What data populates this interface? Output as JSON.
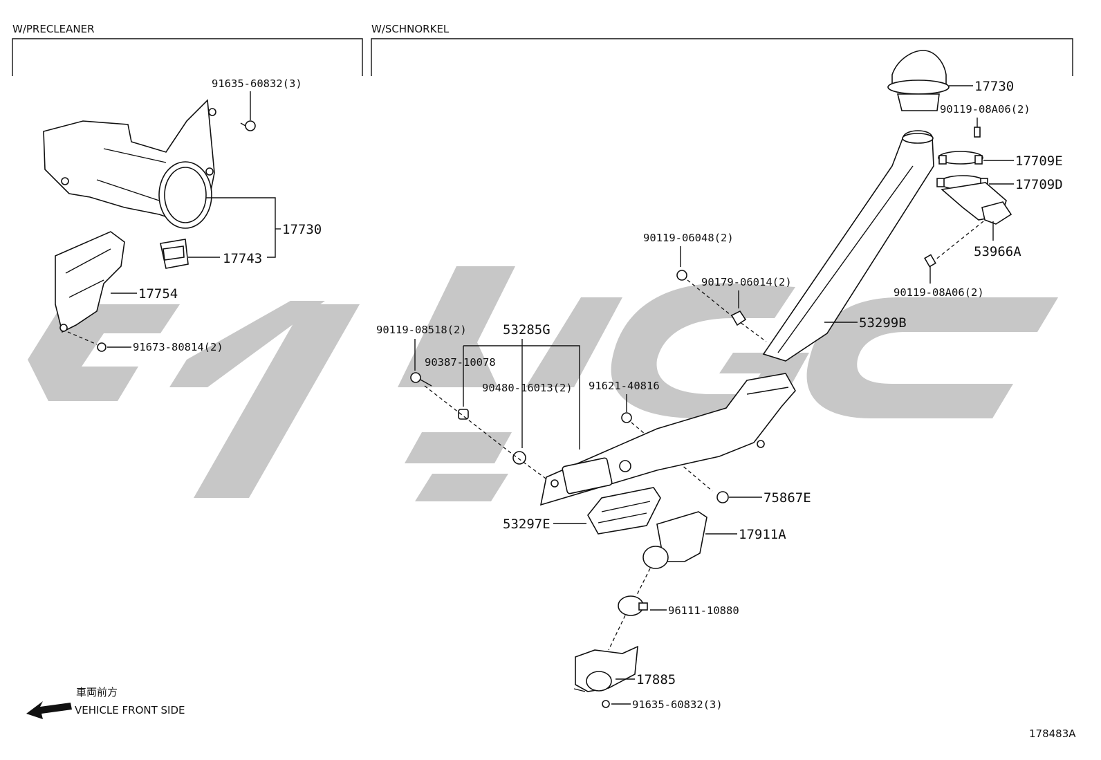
{
  "sections": {
    "precleaner": "W/PRECLEANER",
    "schnorkel": "W/SCHNORKEL"
  },
  "watermark": {
    "icon": "company-logo-watermark",
    "color": "#c7c7c7"
  },
  "parts": {
    "p_91635_top": "91635-60832(3)",
    "p_17730_left": "17730",
    "p_17743": "17743",
    "p_17754": "17754",
    "p_91673": "91673-80814(2)",
    "p_17730_right": "17730",
    "p_90119_08a06_top": "90119-08A06(2)",
    "p_17709e": "17709E",
    "p_17709d": "17709D",
    "p_53966a": "53966A",
    "p_90119_08a06_bot": "90119-08A06(2)",
    "p_90119_06048": "90119-06048(2)",
    "p_90179": "90179-06014(2)",
    "p_53299b": "53299B",
    "p_90119_08518": "90119-08518(2)",
    "p_53285g": "53285G",
    "p_90387": "90387-10078",
    "p_90480": "90480-16013(2)",
    "p_91621": "91621-40816",
    "p_75867e": "75867E",
    "p_53297e": "53297E",
    "p_17911a": "17911A",
    "p_96111": "96111-10880",
    "p_17885": "17885",
    "p_91635_bot": "91635-60832(3)"
  },
  "legend": {
    "jp": "車両前方",
    "en": "VEHICLE FRONT SIDE",
    "icon": "front-arrow-icon"
  },
  "drawing_code": "178483A"
}
